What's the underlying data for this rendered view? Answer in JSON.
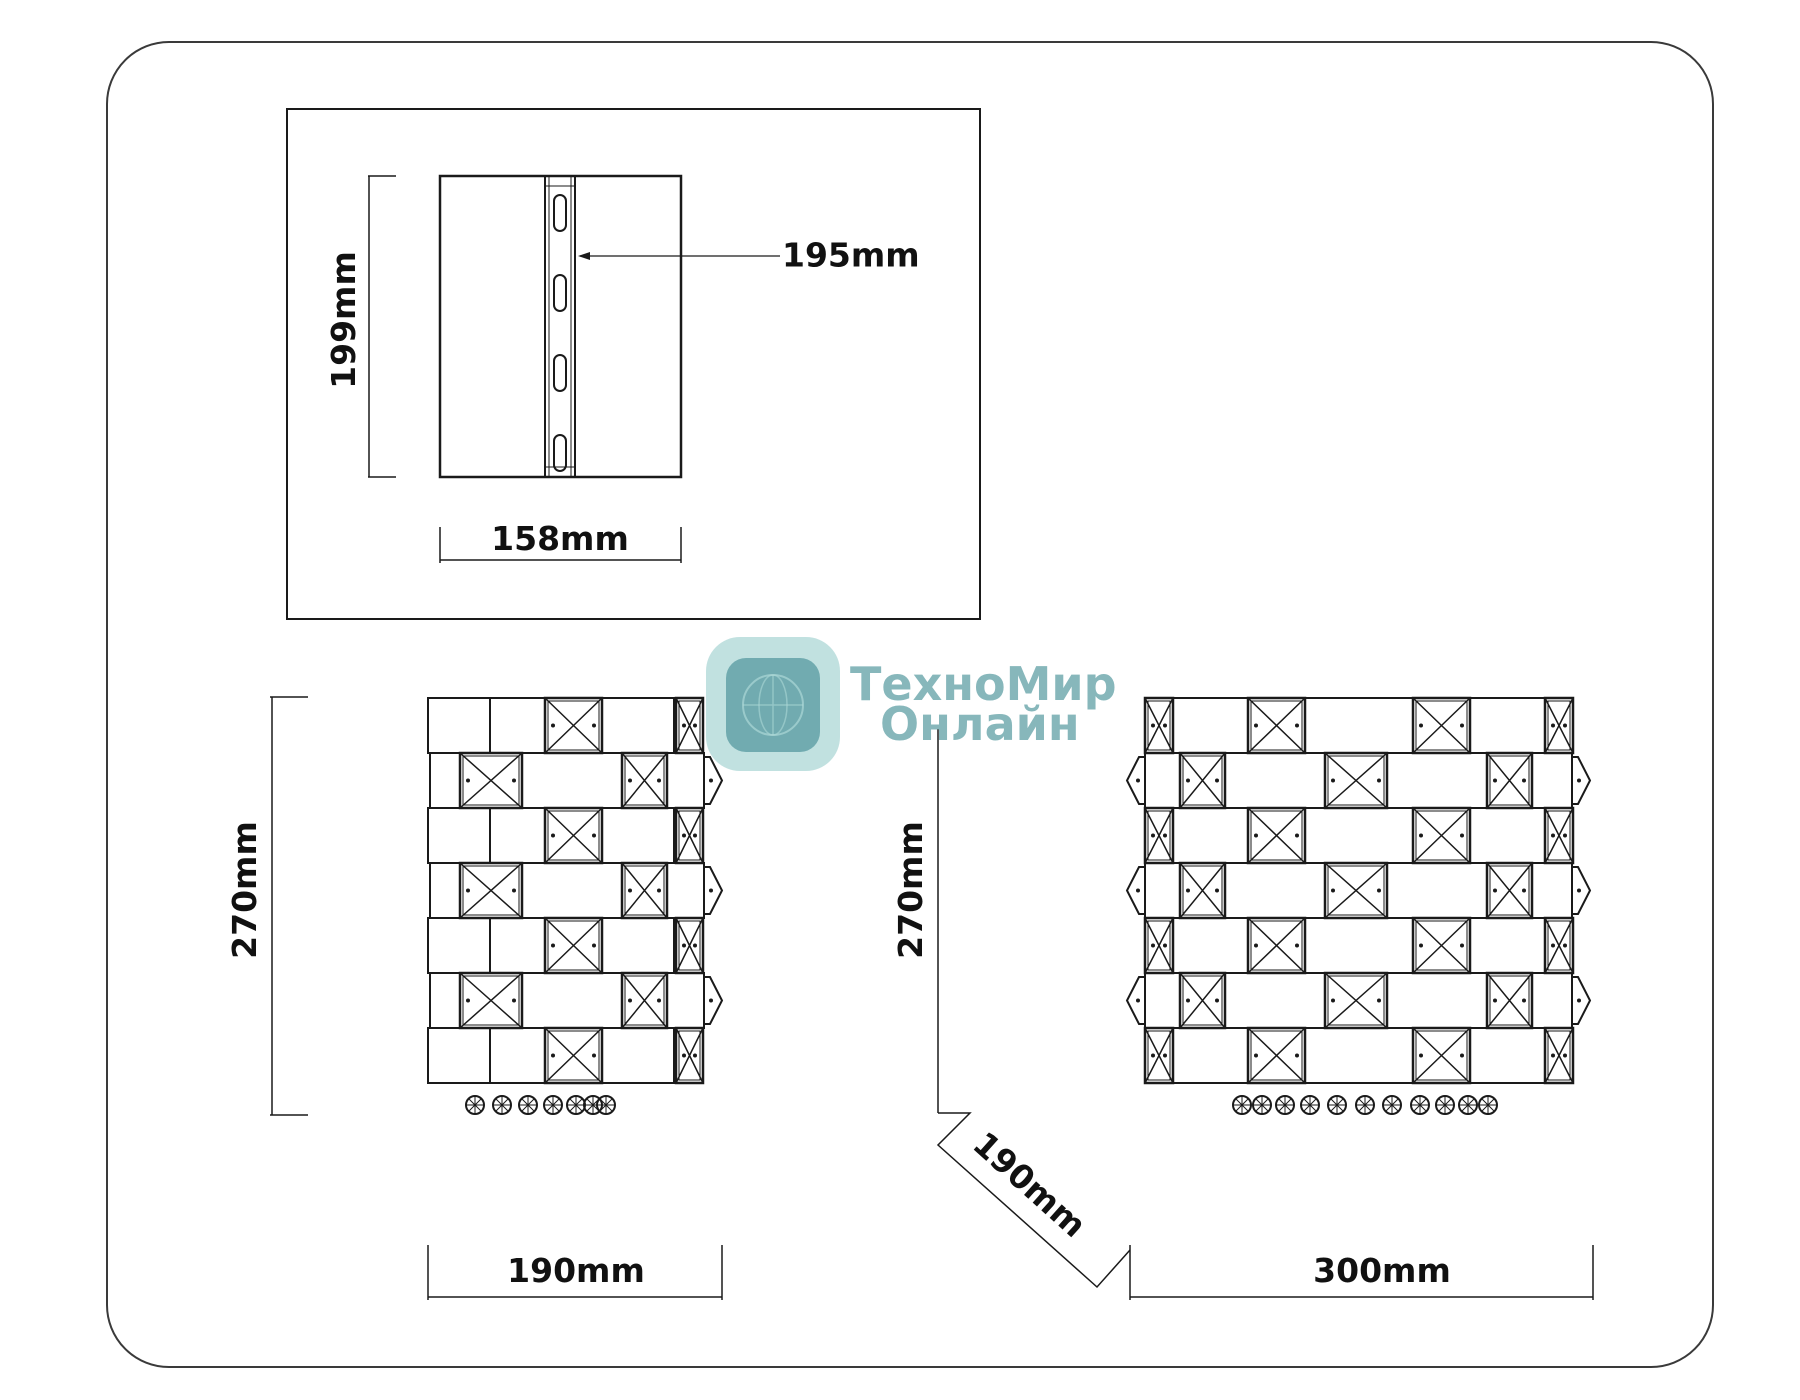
{
  "colors": {
    "line": "#1a1a1a",
    "frame": "#3a3a3a",
    "brand_dark": "#5b9ea3",
    "brand_light": "#a8d6d4",
    "brand_text": "#6aa6ab"
  },
  "mount_plate": {
    "height_label": "199mm",
    "width_label": "158mm",
    "depth_label": "195mm",
    "slot_count": 4
  },
  "front_view": {
    "height_label": "270mm",
    "width_label": "190mm"
  },
  "side_view": {
    "height_label": "270mm",
    "depth_label": "190mm",
    "width_label": "300mm"
  },
  "watermark": {
    "line1": "ТехноМир",
    "line2": "Онлайн"
  }
}
